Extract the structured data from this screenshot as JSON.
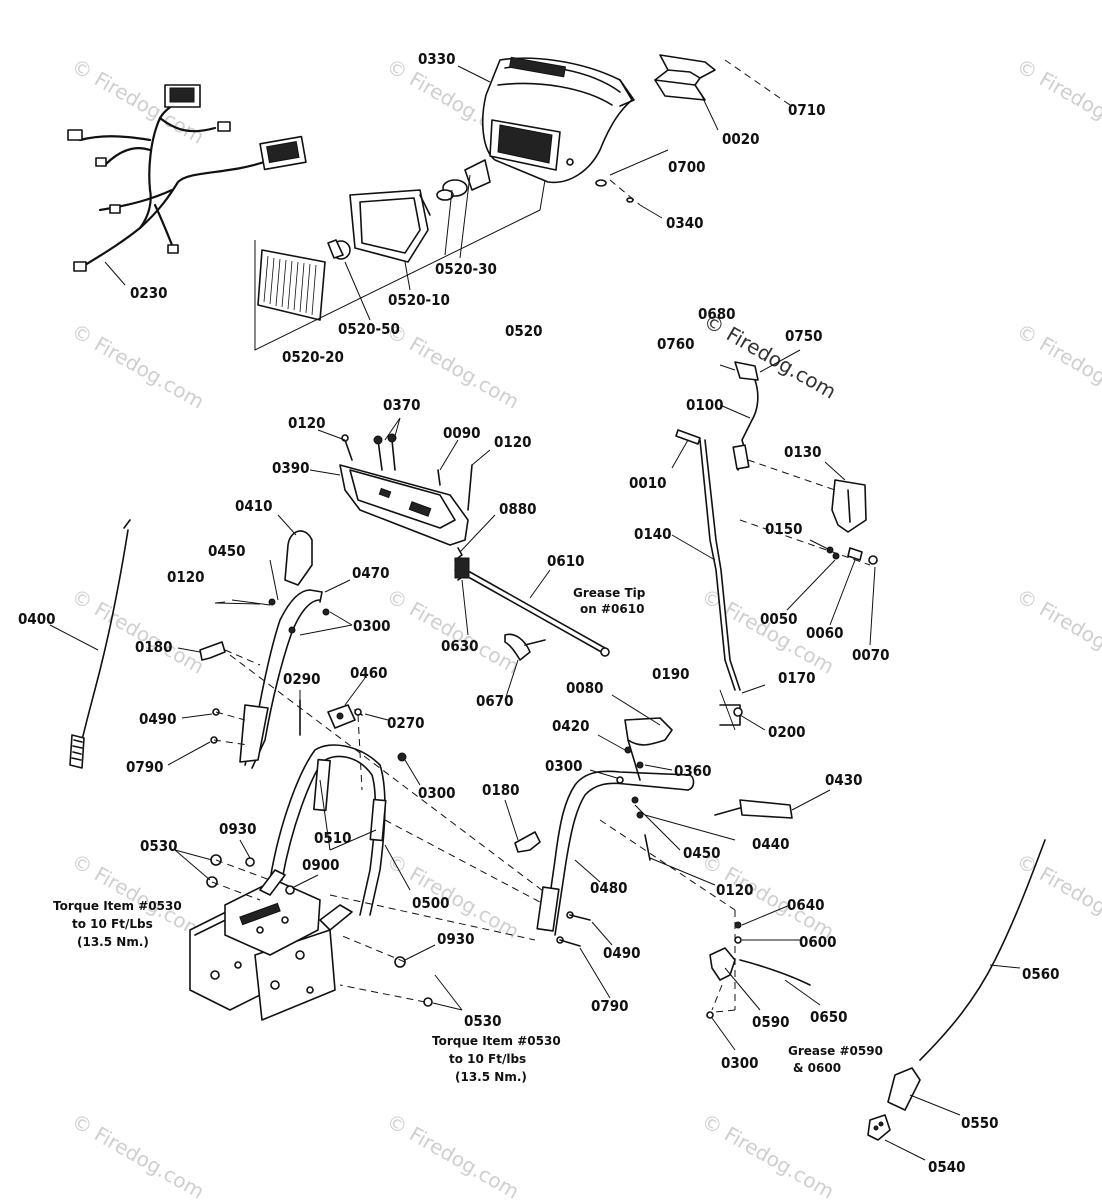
{
  "diagram": {
    "watermark": "© Firedog.com",
    "watermark_prominent": "© Firedog.com",
    "part_labels": [
      "0330",
      "0710",
      "0020",
      "0700",
      "0340",
      "0230",
      "0520-30",
      "0520-10",
      "0520-50",
      "0520",
      "0520-20",
      "0680",
      "0750",
      "0760",
      "0100",
      "0010",
      "0130",
      "0150",
      "0050",
      "0060",
      "0070",
      "0140",
      "0120",
      "0370",
      "0090",
      "0390",
      "0880",
      "0410",
      "0450",
      "0470",
      "0610",
      "0300",
      "0630",
      "0400",
      "0180",
      "0670",
      "0290",
      "0460",
      "0490",
      "0270",
      "0790",
      "0080",
      "0190",
      "0170",
      "0200",
      "0420",
      "0360",
      "0430",
      "0440",
      "0510",
      "0930",
      "0530",
      "0900",
      "0500",
      "0480",
      "0640",
      "0600",
      "0560",
      "0590",
      "0650",
      "0550",
      "0540"
    ],
    "notes": {
      "grease_tip_line1": "Grease Tip",
      "grease_tip_line2": "on #0610",
      "torque1_line1": "Torque Item #0530",
      "torque1_line2": "to 10 Ft/Lbs",
      "torque1_line3": "(13.5 Nm.)",
      "torque2_line1": "Torque Item #0530",
      "torque2_line2": "to 10 Ft/lbs",
      "torque2_line3": "(13.5 Nm.)",
      "grease_0590_line1": "Grease #0590",
      "grease_0590_line2": "& 0600"
    }
  }
}
